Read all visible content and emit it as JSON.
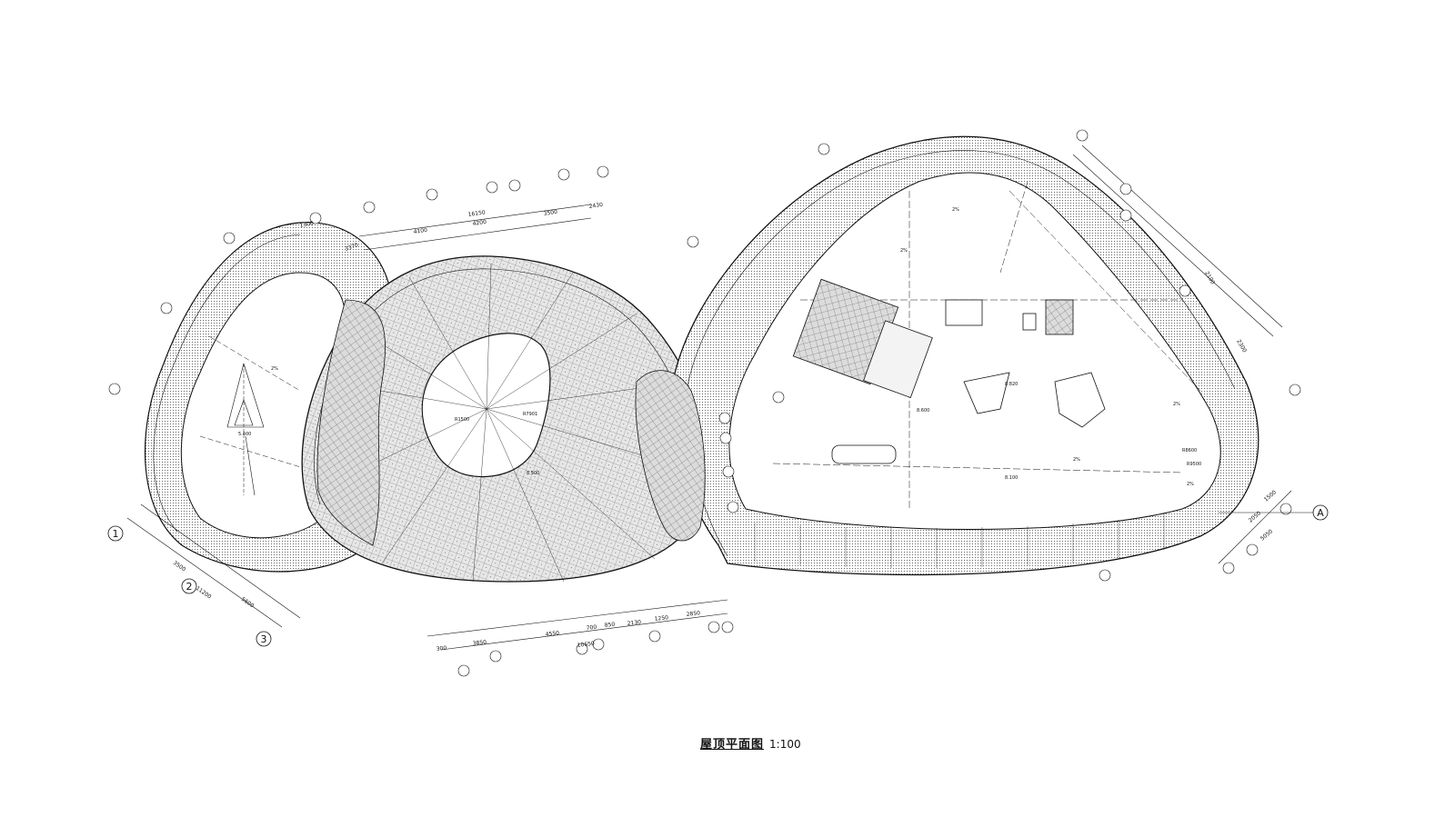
{
  "caption": {
    "title": "屋顶平面图",
    "scale": "1:100"
  },
  "axes": [
    {
      "id": "axis-1",
      "label": "1"
    },
    {
      "id": "axis-2",
      "label": "2"
    },
    {
      "id": "axis-3",
      "label": "3"
    },
    {
      "id": "axis-a",
      "label": "A"
    }
  ],
  "dimensions_top": [
    "16150",
    "4100",
    "4200",
    "3500",
    "2430",
    "3370",
    "1300"
  ],
  "dimensions_bottom": [
    "3850",
    "4550",
    "10650",
    "300",
    "2130",
    "1250",
    "2850",
    "850",
    "700"
  ],
  "dimensions_left": [
    "3500",
    "11200",
    "5600"
  ],
  "dimensions_right": [
    "2100",
    "2300",
    "1500",
    "2050",
    "5050"
  ],
  "radius_labels": [
    "R7901",
    "R1500",
    "R8600",
    "R9500"
  ],
  "elevation_labels": [
    "5.400",
    "8.500",
    "8.600",
    "8.100",
    "8.820"
  ],
  "slope_labels": [
    "2%",
    "2%",
    "2%",
    "2%",
    "2%",
    "2%"
  ],
  "colors": {
    "line": "#111111",
    "hatch": "#9a9a9a",
    "background": "#ffffff"
  }
}
